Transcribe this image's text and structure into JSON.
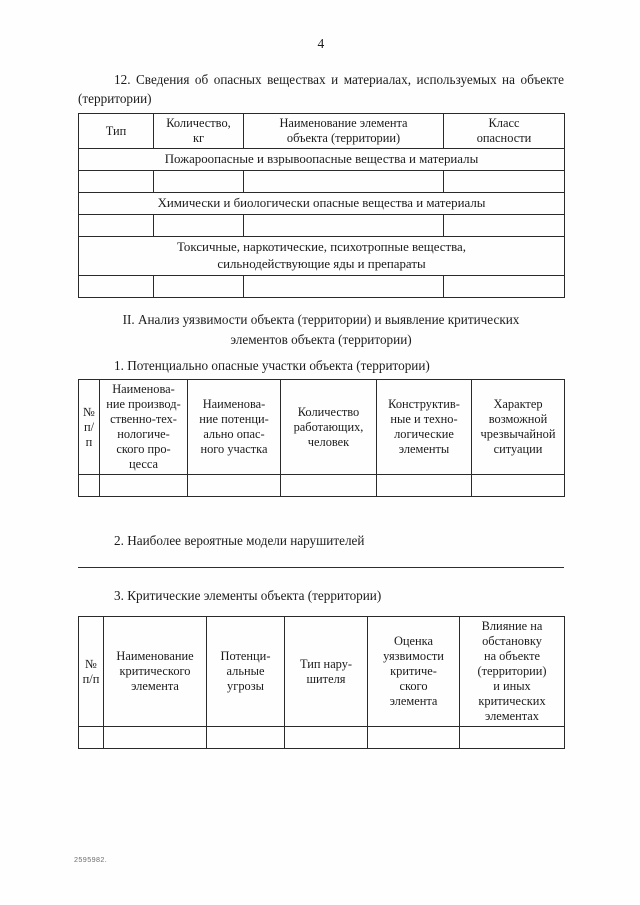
{
  "page": {
    "number": "4",
    "footer_code": "2595982."
  },
  "sections": {
    "item12": {
      "text": "12. Сведения об опасных веществах и материалах, используемых на объекте (территории)"
    },
    "part2_heading": {
      "line1": "II. Анализ уязвимости объекта (территории) и выявление критических",
      "line2": "элементов объекта (территории)"
    },
    "item1": {
      "text": "1. Потенциально опасные участки объекта (территории)"
    },
    "item2": {
      "text": "2. Наиболее вероятные модели нарушителей"
    },
    "item3": {
      "text": "3. Критические элементы объекта (территории)"
    }
  },
  "table_substances": {
    "headers": [
      {
        "line1": "Тип",
        "line2": ""
      },
      {
        "line1": "Количество,",
        "line2": "кг"
      },
      {
        "line1": "Наименование элемента",
        "line2": "объекта (территории)"
      },
      {
        "line1": "Класс",
        "line2": "опасности"
      }
    ],
    "sections": [
      {
        "title_line1": "Пожароопасные и взрывоопасные вещества и материалы",
        "title_line2": ""
      },
      {
        "title_line1": "Химически и биологически опасные вещества и материалы",
        "title_line2": ""
      },
      {
        "title_line1": "Токсичные, наркотические, психотропные вещества,",
        "title_line2": "сильнодействующие яды и препараты"
      }
    ],
    "empty_cells": [
      "",
      "",
      "",
      ""
    ]
  },
  "table_hazard_areas": {
    "headers": [
      {
        "lines": [
          "№",
          "п/п"
        ]
      },
      {
        "lines": [
          "Наименова-",
          "ние производ-",
          "ственно-тех-",
          "нологиче-",
          "ского про-",
          "цесса"
        ]
      },
      {
        "lines": [
          "Наименова-",
          "ние потенци-",
          "ально опас-",
          "ного участка"
        ]
      },
      {
        "lines": [
          "Количество",
          "работающих,",
          "человек"
        ]
      },
      {
        "lines": [
          "Конструктив-",
          "ные и техно-",
          "логические",
          "элементы"
        ]
      },
      {
        "lines": [
          "Характер",
          "возможной",
          "чрезвычайной",
          "ситуации"
        ]
      }
    ],
    "empty_cells": [
      "",
      "",
      "",
      "",
      "",
      ""
    ]
  },
  "table_critical_elements": {
    "headers": [
      {
        "lines": [
          "№",
          "п/п"
        ]
      },
      {
        "lines": [
          "Наименование",
          "критического",
          "элемента"
        ]
      },
      {
        "lines": [
          "Потенци-",
          "альные",
          "угрозы"
        ]
      },
      {
        "lines": [
          "Тип нару-",
          "шителя"
        ]
      },
      {
        "lines": [
          "Оценка",
          "уязвимости",
          "критиче-",
          "ского",
          "элемента"
        ]
      },
      {
        "lines": [
          "Влияние на",
          "обстановку",
          "на объекте",
          "(территории)",
          "и иных",
          "критических",
          "элементах"
        ]
      }
    ],
    "empty_cells": [
      "",
      "",
      "",
      "",
      "",
      ""
    ]
  }
}
